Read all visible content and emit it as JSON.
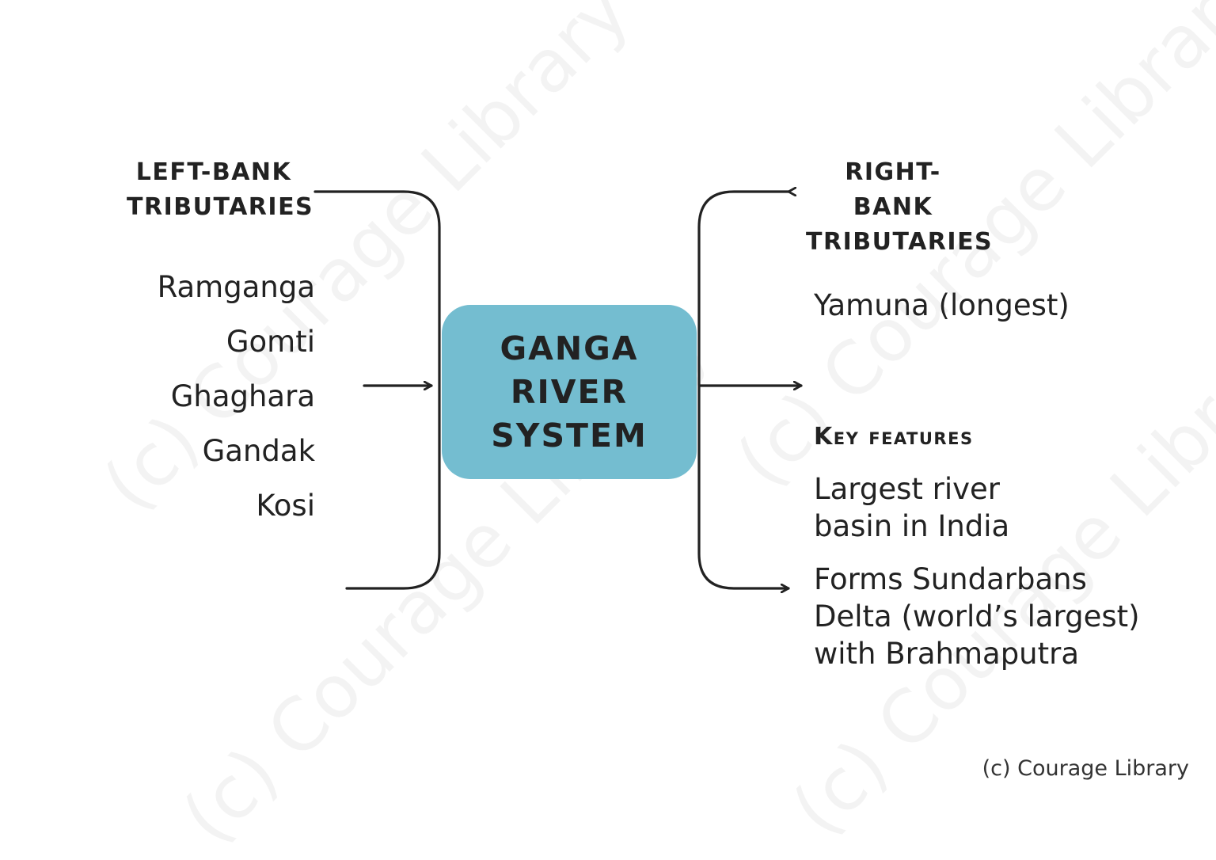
{
  "watermark": {
    "text": "(c) Courage Library"
  },
  "center": {
    "title": "GANGA RIVER SYSTEM",
    "color": "#74bdd0"
  },
  "left": {
    "heading": "LEFT-BANK TRIBUTARIES",
    "items": [
      "Ramganga",
      "Gomti",
      "Ghaghara",
      "Gandak",
      "Kosi"
    ]
  },
  "right": {
    "heading": "RIGHT-BANK TRIBUTARIES",
    "tributary": "Yamuna (longest)",
    "features_heading": "Key features",
    "features": [
      "Largest river\nbasin in India",
      "Forms Sundarbans\nDelta (world’s largest)\nwith Brahmaputra"
    ]
  },
  "copyright": "(c) Courage Library"
}
